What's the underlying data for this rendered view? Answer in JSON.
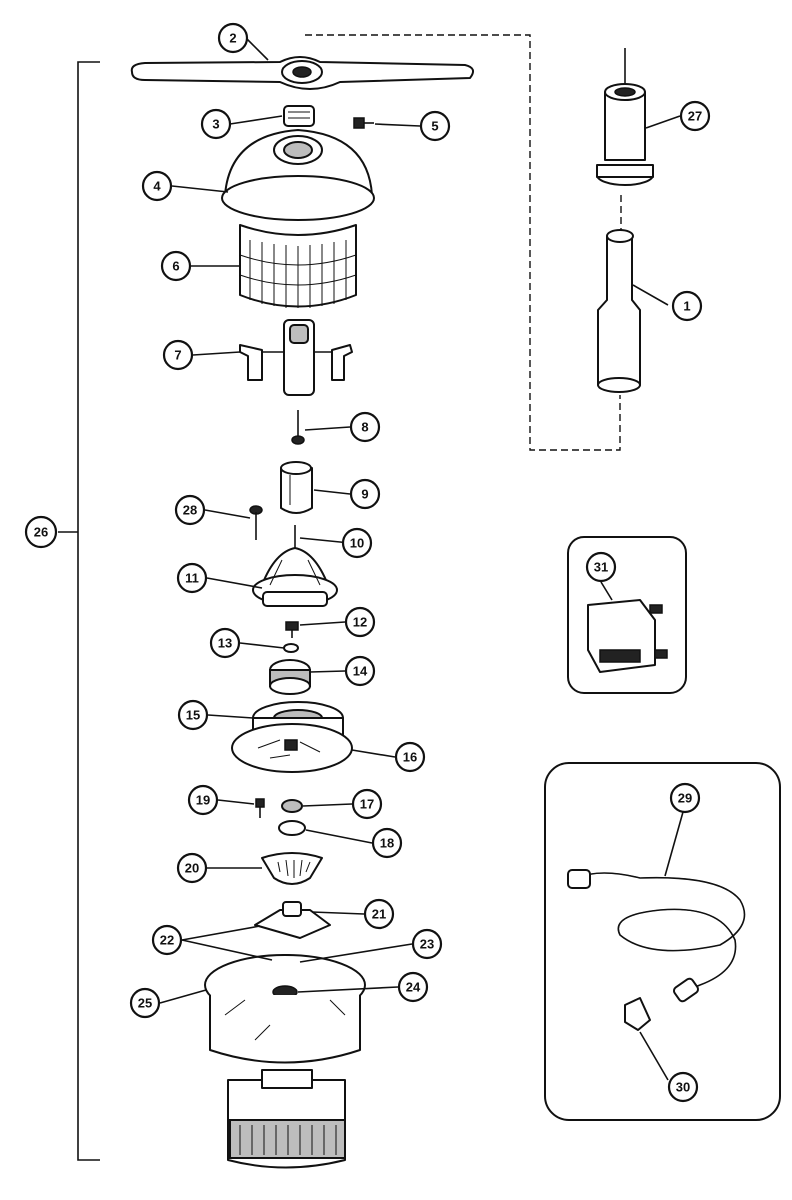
{
  "callouts": [
    {
      "id": "c1",
      "label": "1"
    },
    {
      "id": "c2",
      "label": "2"
    },
    {
      "id": "c3",
      "label": "3"
    },
    {
      "id": "c4",
      "label": "4"
    },
    {
      "id": "c5",
      "label": "5"
    },
    {
      "id": "c6",
      "label": "6"
    },
    {
      "id": "c7",
      "label": "7"
    },
    {
      "id": "c8",
      "label": "8"
    },
    {
      "id": "c9",
      "label": "9"
    },
    {
      "id": "c10",
      "label": "10"
    },
    {
      "id": "c11",
      "label": "11"
    },
    {
      "id": "c12",
      "label": "12"
    },
    {
      "id": "c13",
      "label": "13"
    },
    {
      "id": "c14",
      "label": "14"
    },
    {
      "id": "c15",
      "label": "15"
    },
    {
      "id": "c16",
      "label": "16"
    },
    {
      "id": "c17",
      "label": "17"
    },
    {
      "id": "c18",
      "label": "18"
    },
    {
      "id": "c19",
      "label": "19"
    },
    {
      "id": "c20",
      "label": "20"
    },
    {
      "id": "c21",
      "label": "21"
    },
    {
      "id": "c22",
      "label": "22"
    },
    {
      "id": "c23",
      "label": "23"
    },
    {
      "id": "c24",
      "label": "24"
    },
    {
      "id": "c25",
      "label": "25"
    },
    {
      "id": "c26",
      "label": "26"
    },
    {
      "id": "c27",
      "label": "27"
    },
    {
      "id": "c28",
      "label": "28"
    },
    {
      "id": "c29",
      "label": "29"
    },
    {
      "id": "c30",
      "label": "30"
    },
    {
      "id": "c31",
      "label": "31"
    }
  ]
}
